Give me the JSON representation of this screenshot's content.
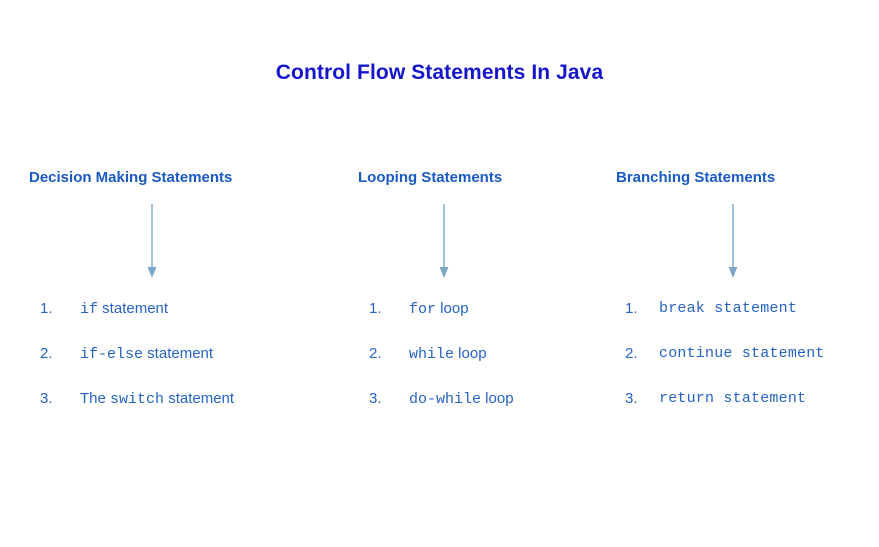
{
  "title": "Control Flow Statements In Java",
  "colors": {
    "title": "#1515cc",
    "heading": "#1a5ac4",
    "body": "#2663c4",
    "arrow": "#7ba7c7",
    "background": "#ffffff"
  },
  "columns": [
    {
      "heading": "Decision Making Statements",
      "arrow": "down-arrow-icon",
      "items": [
        {
          "num": "1.",
          "keyword": "if",
          "plain": " statement",
          "full": "if statement",
          "mono_full": false
        },
        {
          "num": "2.",
          "keyword": "if-else",
          "plain": " statement",
          "full": "if-else statement",
          "mono_full": false
        },
        {
          "num": "3.",
          "prefix": "The ",
          "keyword": "switch",
          "plain": " statement",
          "full": "The switch statement",
          "mono_full": false
        }
      ]
    },
    {
      "heading": "Looping Statements",
      "arrow": "down-arrow-icon",
      "items": [
        {
          "num": "1.",
          "keyword": "for",
          "plain": " loop",
          "full": "for loop",
          "mono_full": false
        },
        {
          "num": "2.",
          "keyword": "while",
          "plain": " loop",
          "full": "while loop",
          "mono_full": false
        },
        {
          "num": "3.",
          "keyword": "do-while",
          "plain": " loop",
          "full": "do-while loop",
          "mono_full": false
        }
      ]
    },
    {
      "heading": "Branching Statements",
      "arrow": "down-arrow-icon",
      "items": [
        {
          "num": "1.",
          "full": "break statement",
          "mono_full": true
        },
        {
          "num": "2.",
          "full": "continue statement",
          "mono_full": true
        },
        {
          "num": "3.",
          "full": "return statement",
          "mono_full": true
        }
      ]
    }
  ]
}
